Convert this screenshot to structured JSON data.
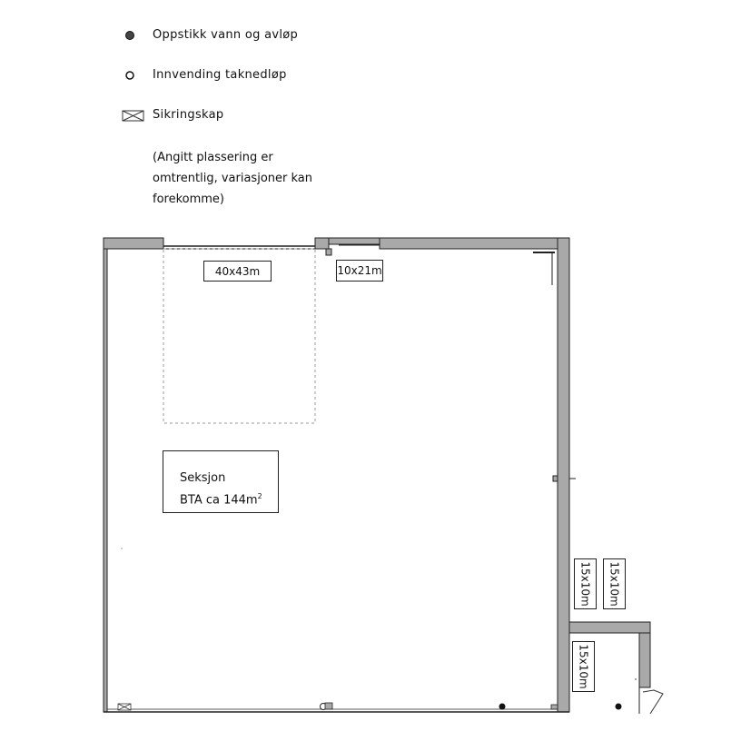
{
  "legend": {
    "items": [
      {
        "label": "Oppstikk vann og avløp",
        "icon": "filled-circle-icon"
      },
      {
        "label": "Innvending taknedløp",
        "icon": "hollow-circle-icon"
      },
      {
        "label": "Sikringskap",
        "icon": "crossed-box-icon"
      }
    ],
    "note_lines": [
      "(Angitt plassering er",
      "omtrentlig, variasjoner kan",
      "forekomme)"
    ]
  },
  "plan": {
    "section_title": "Seksjon",
    "section_area_prefix": "BTA ca 144m",
    "section_area_sup": "2",
    "door_labels": [
      "40x43m",
      "10x21m",
      "15x10m",
      "15x10m",
      "15x10m"
    ]
  },
  "colors": {
    "wall": "#a9a9a9",
    "line": "#222222"
  }
}
